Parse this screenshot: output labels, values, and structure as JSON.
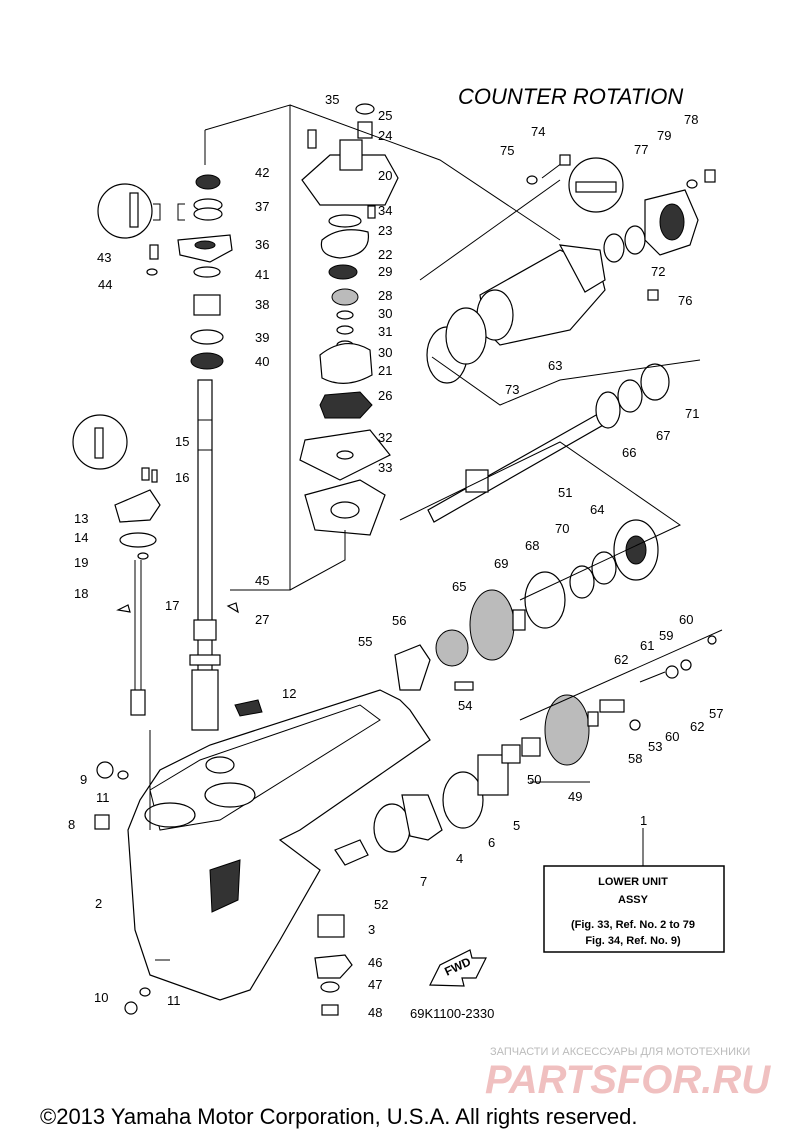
{
  "title": "COUNTER ROTATION",
  "part_code": "69K1100-2330",
  "fwd_label": "FWD",
  "assy_box": {
    "line1": "LOWER UNIT",
    "line2": "ASSY",
    "line3": "(Fig. 33, Ref. No. 2 to 79",
    "line4": "Fig. 34, Ref. No. 9)"
  },
  "watermark": {
    "small": "ЗАПЧАСТИ И АКСЕССУАРЫ ДЛЯ МОТОТЕХНИКИ",
    "big": "PARTSFOR.RU"
  },
  "copyright": "©2013 Yamaha Motor Corporation, U.S.A. All rights reserved.",
  "callouts": [
    "35",
    "25",
    "24",
    "20",
    "34",
    "23",
    "22",
    "29",
    "28",
    "30",
    "31",
    "30",
    "21",
    "26",
    "32",
    "33",
    "42",
    "37",
    "43",
    "36",
    "44",
    "41",
    "38",
    "39",
    "40",
    "15",
    "16",
    "13",
    "14",
    "19",
    "18",
    "17",
    "45",
    "27",
    "12",
    "9",
    "11",
    "8",
    "2",
    "10",
    "11",
    "46",
    "47",
    "48",
    "3",
    "52",
    "7",
    "4",
    "6",
    "5",
    "49",
    "50",
    "53",
    "60",
    "62",
    "57",
    "58",
    "54",
    "55",
    "56",
    "65",
    "69",
    "68",
    "70",
    "64",
    "51",
    "66",
    "67",
    "71",
    "63",
    "73",
    "76",
    "72",
    "75",
    "74",
    "79",
    "77",
    "78",
    "59",
    "61",
    "60",
    "62",
    "1"
  ]
}
